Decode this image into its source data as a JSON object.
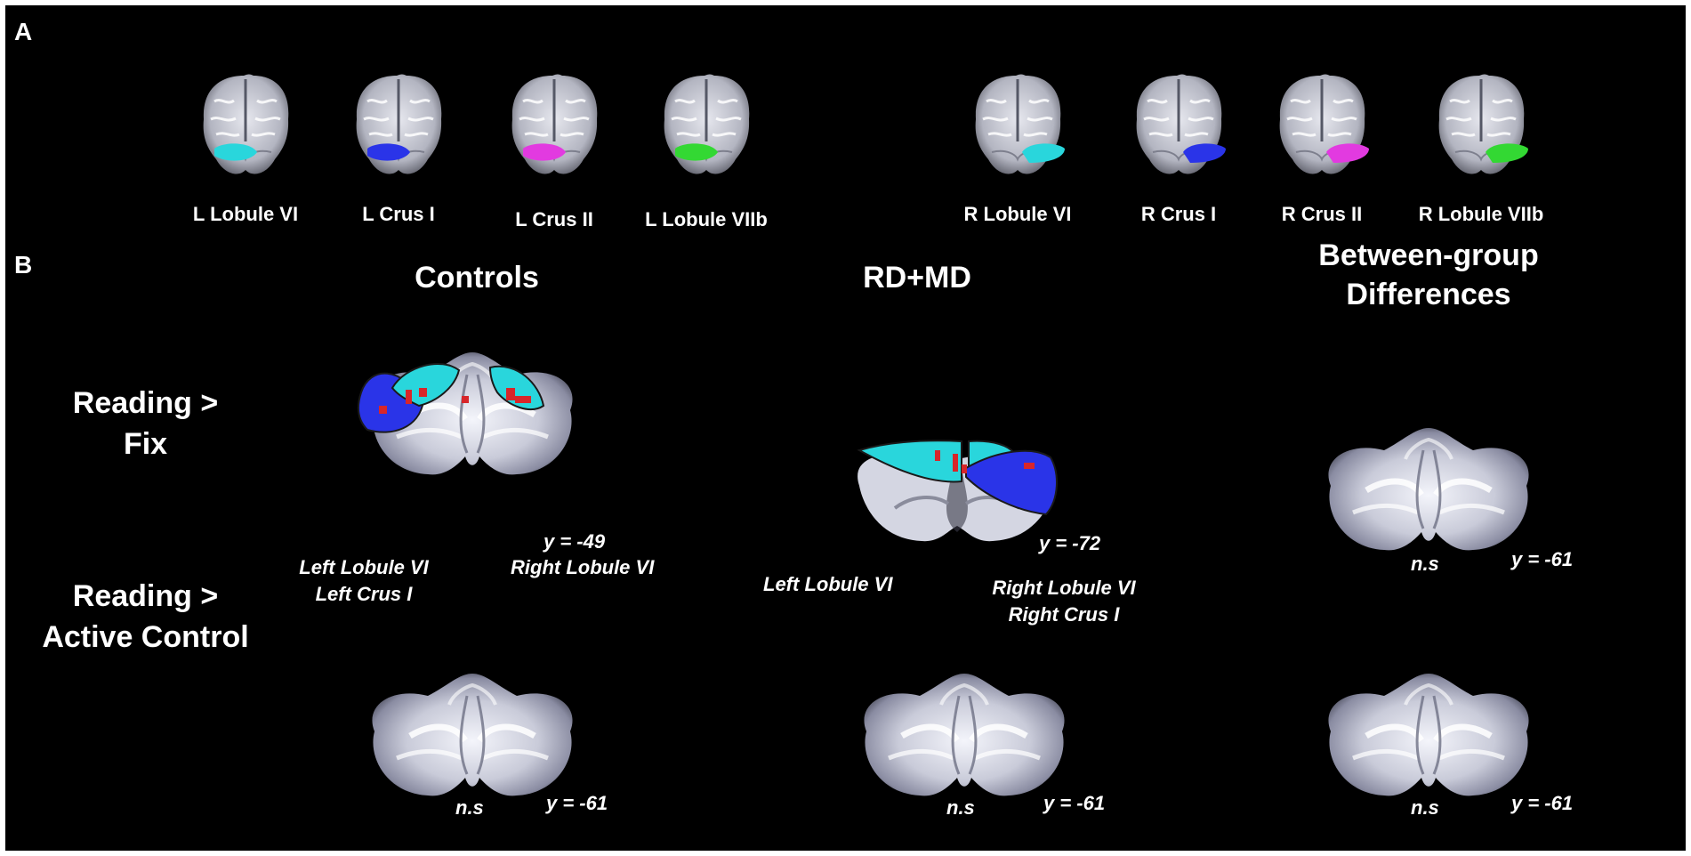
{
  "panel_a": {
    "letter": "A",
    "rois": [
      {
        "label": "L Lobule VI",
        "color": "#29d6dc",
        "side": "left"
      },
      {
        "label": "L Crus I",
        "color": "#2a34e8",
        "side": "left"
      },
      {
        "label": "L Crus II",
        "color": "#e23ae0",
        "side": "left"
      },
      {
        "label": "L Lobule VIIb",
        "color": "#33d833",
        "side": "left"
      },
      {
        "label": "R Lobule VI",
        "color": "#29d6dc",
        "side": "right"
      },
      {
        "label": "R Crus I",
        "color": "#2a34e8",
        "side": "right"
      },
      {
        "label": "R Crus II",
        "color": "#e23ae0",
        "side": "right"
      },
      {
        "label": "R Lobule VIIb",
        "color": "#33d833",
        "side": "right"
      }
    ]
  },
  "panel_b": {
    "letter": "B",
    "columns": {
      "controls": "Controls",
      "rdmd": "RD+MD",
      "between_line1": "Between-group",
      "between_line2": "Differences"
    },
    "rows": {
      "fix_line1": "Reading >",
      "fix_line2": "Fix",
      "active_line1": "Reading >",
      "active_line2": "Active Control"
    },
    "cells": {
      "fix_controls": {
        "slice": "y = -49",
        "left_line1": "Left Lobule VI",
        "left_line2": "Left Crus I",
        "right_line1": "Right Lobule VI"
      },
      "fix_rdmd": {
        "slice": "y = -72",
        "left_line1": "Left Lobule VI",
        "right_line1": "Right Lobule VI",
        "right_line2": "Right Crus I"
      },
      "fix_between": {
        "sig": "n.s",
        "slice": "y = -61"
      },
      "active_controls": {
        "sig": "n.s",
        "slice": "y = -61"
      },
      "active_rdmd": {
        "sig": "n.s",
        "slice": "y = -61"
      },
      "active_between": {
        "sig": "n.s",
        "slice": "y = -61"
      }
    },
    "colors": {
      "activation": "#d8262a",
      "lobule_vi": "#29d6dc",
      "crus_i": "#2a34e8"
    }
  }
}
